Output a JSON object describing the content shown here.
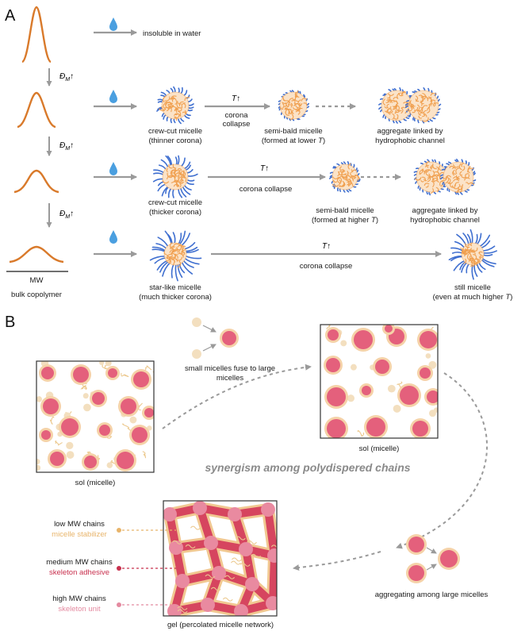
{
  "panel_a": {
    "letter": "A",
    "insoluble": "insoluble in water",
    "dm_symbol": "Đ",
    "dm_sub": "M",
    "dm_arrow": "↑",
    "t_symbol": "T",
    "t_arrow": "↑",
    "corona_collapse": "corona collapse",
    "corona_collapse_line1": "corona",
    "corona_collapse_line2": "collapse",
    "mw_axis": "MW",
    "bulk_copolymer": "bulk copolymer",
    "row2": {
      "m1_l1": "crew-cut micelle",
      "m1_l2": "(thinner corona)",
      "m2_l1": "semi-bald micelle",
      "m2_l2_pre": "(formed at lower ",
      "m2_l2_t": "T",
      "m2_l2_post": ")",
      "m3_l1": "aggregate linked by",
      "m3_l2": "hydrophobic channel"
    },
    "row3": {
      "m1_l1": "crew-cut micelle",
      "m1_l2": "(thicker corona)",
      "m2_l1": "semi-bald micelle",
      "m2_l2_pre": "(formed at higher ",
      "m2_l2_t": "T",
      "m2_l2_post": ")",
      "m3_l1": "aggregate linked by",
      "m3_l2": "hydrophobic channel"
    },
    "row4": {
      "m1_l1": "star-like micelle",
      "m1_l2": "(much thicker corona)",
      "m2_l1": "still micelle",
      "m2_l2_pre": "(even at much higher ",
      "m2_l2_t": "T",
      "m2_l2_post": ")"
    }
  },
  "panel_b": {
    "letter": "B",
    "fuse_l1": "small micelles fuse to large",
    "fuse_l2": "micelles",
    "sol_left": "sol (micelle)",
    "sol_right": "sol (micelle)",
    "synergism": "synergism among polydispered chains",
    "gel": "gel (percolated micelle network)",
    "aggregating": "aggregating among large micelles",
    "legend": [
      {
        "title": "low MW chains",
        "role": "micelle stabilizer",
        "color": "#e8b46a"
      },
      {
        "title": "medium MW chains",
        "role": "skeleton adhesive",
        "color": "#c8304e"
      },
      {
        "title": "high MW chains",
        "role": "skeleton unit",
        "color": "#e48aa0"
      }
    ]
  },
  "colors": {
    "curve": "#d97a2b",
    "arrow": "#9a9a9a",
    "drop": "#4a9fe0",
    "core": "#f0a050",
    "corona": "#3f6fd0",
    "micelle_core": "#e4607c",
    "micelle_shell": "#f5d2a8",
    "beige": "#f3dfbf",
    "network": "#d6455f"
  }
}
